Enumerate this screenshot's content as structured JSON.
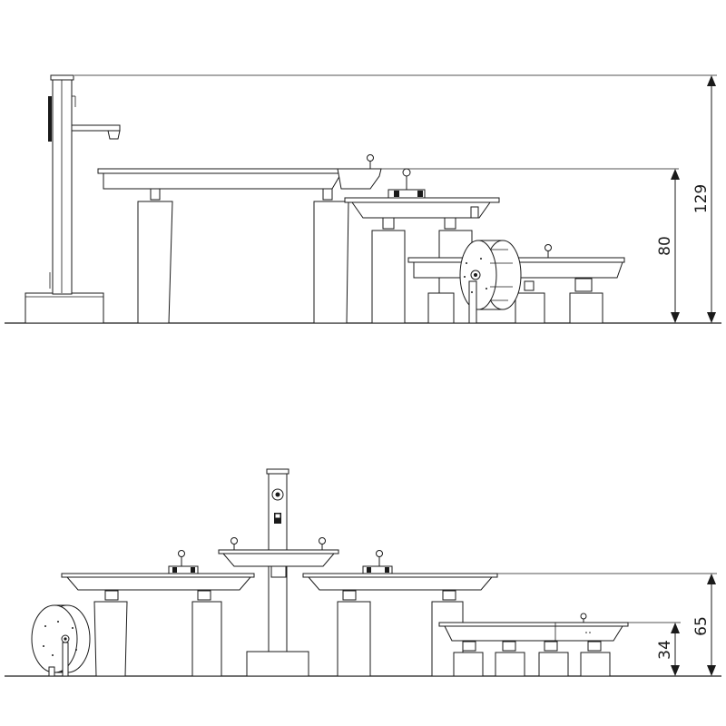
{
  "dimensions": {
    "side_total_height": "129",
    "side_table_height": "80",
    "front_total_height": "65",
    "front_table_height": "34"
  },
  "colors": {
    "line": "#1a1a1a",
    "background": "#ffffff"
  }
}
